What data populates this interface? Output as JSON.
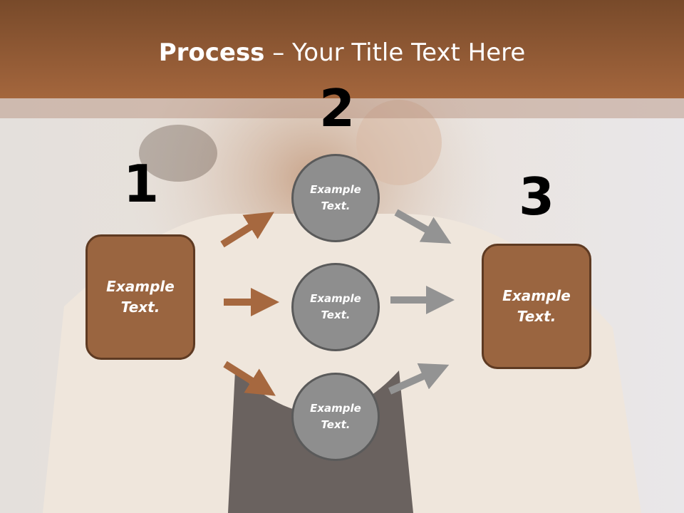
{
  "slide": {
    "title_bold": "Process",
    "title_rest": " – Your Title Text Here",
    "step1": {
      "number": "1",
      "text": "Example\nText."
    },
    "step2": {
      "number": "2",
      "circles": [
        {
          "text": "Example\nText."
        },
        {
          "text": "Example\nText."
        },
        {
          "text": "Example\nText."
        }
      ]
    },
    "step3": {
      "number": "3",
      "text": "Example\nText."
    }
  },
  "colors": {
    "title_band": "#a4663d",
    "box_fill": "#9a6540",
    "circle_fill": "#8e8e8e",
    "arrow_brown": "#a6683f",
    "arrow_gray": "#939393"
  }
}
